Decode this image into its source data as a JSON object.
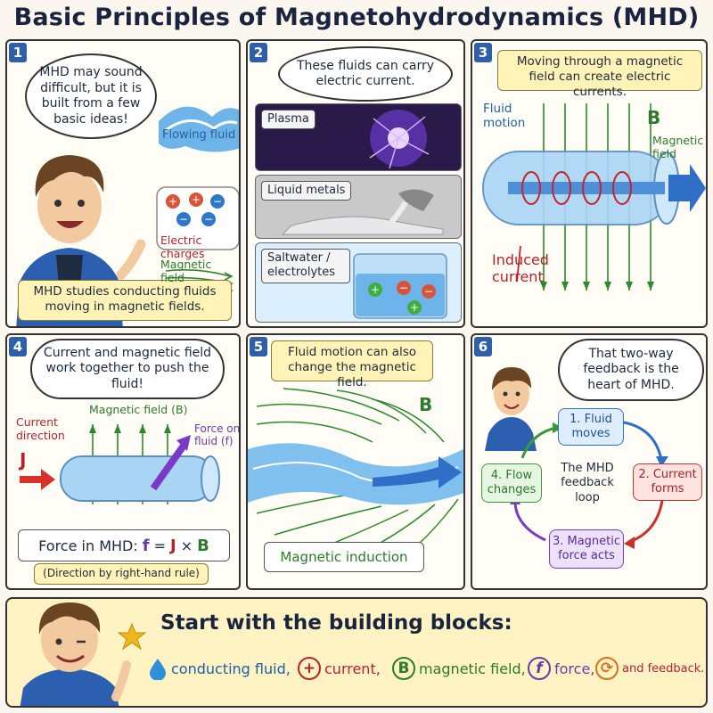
{
  "title": "Basic Principles of Magnetohydrodynamics (MHD)",
  "panels": {
    "p1": {
      "num": "1",
      "bubble": "MHD may sound difficult, but it is built from a few basic ideas!",
      "label_fluid": "Flowing fluid",
      "label_charges": "Electric charges",
      "label_field": "Magnetic field",
      "note": "MHD studies conducting fluids moving in magnetic fields."
    },
    "p2": {
      "num": "2",
      "bubble": "These fluids can carry electric current.",
      "plasma": "Plasma",
      "liquid_metals": "Liquid metals",
      "saltwater": "Saltwater / electrolytes"
    },
    "p3": {
      "num": "3",
      "note": "Moving through a magnetic field can create electric currents.",
      "fluid_motion": "Fluid motion",
      "b": "B",
      "magnetic_field": "Magnetic field",
      "induced_current": "Induced current"
    },
    "p4": {
      "num": "4",
      "bubble": "Current and magnetic field work together to push the fluid!",
      "current_direction": "Current direction",
      "j": "J",
      "magnetic_field_b": "Magnetic field (B)",
      "force_on_fluid": "Force on fluid (f)",
      "formula_prefix": "Force in MHD:",
      "f": "f",
      "eq": "=",
      "jj": "J",
      "times": "×",
      "bb": "B",
      "rule": "(Direction by right-hand rule)"
    },
    "p5": {
      "num": "5",
      "note": "Fluid motion can also change the magnetic field.",
      "b": "B",
      "induction": "Magnetic induction"
    },
    "p6": {
      "num": "6",
      "bubble": "That two-way feedback is the heart of MHD.",
      "step1": "1. Fluid moves",
      "step2": "2. Current forms",
      "step3": "3. Magnetic force acts",
      "step4": "4. Flow changes",
      "center": "The MHD feedback loop"
    }
  },
  "bottom": {
    "heading": "Start with the building blocks:",
    "items": [
      {
        "text": "conducting fluid,"
      },
      {
        "icon": "+",
        "text": "current,"
      },
      {
        "icon": "B",
        "text": "magnetic field,"
      },
      {
        "icon": "f",
        "text": "force,"
      },
      {
        "text": "and feedback."
      }
    ]
  },
  "colors": {
    "accent_blue": "#2f5fa8",
    "note_yellow": "#fff3b8",
    "red": "#b8222a",
    "green": "#2c7a2a",
    "purple": "#6a3aa8"
  }
}
